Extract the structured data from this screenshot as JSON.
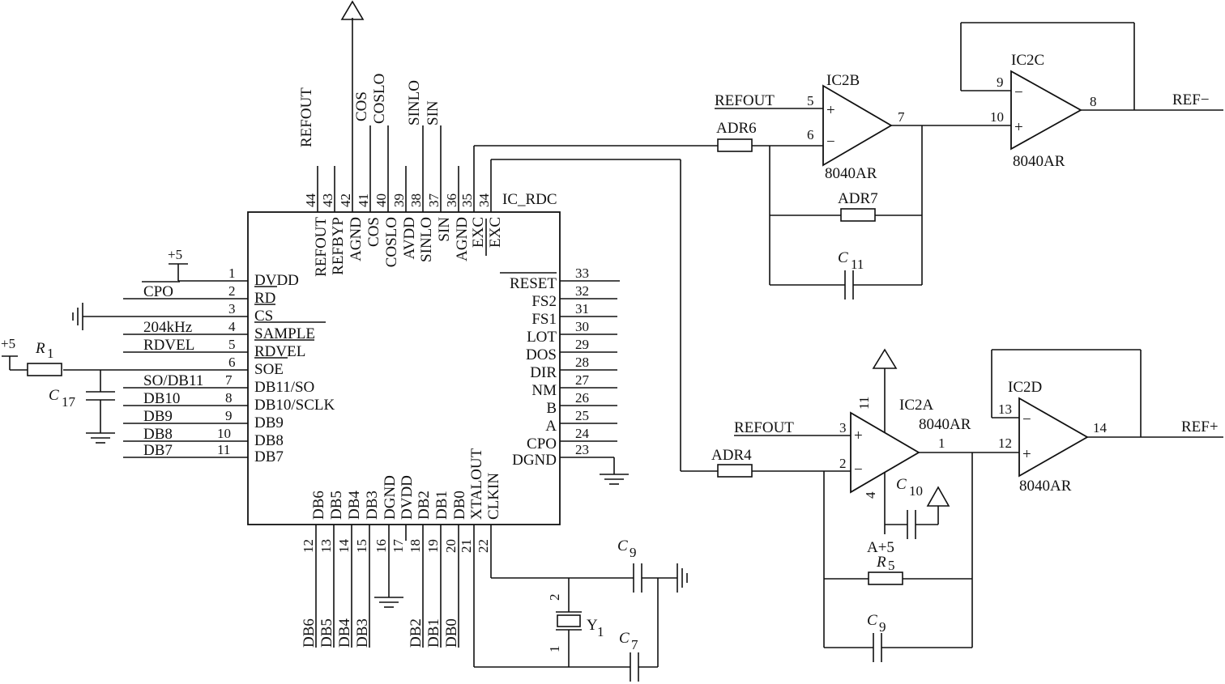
{
  "chip": {
    "name": "IC_RDC",
    "left_pins": [
      {
        "num": "1",
        "label": "DVDD"
      },
      {
        "num": "2",
        "label": "RD"
      },
      {
        "num": "3",
        "label": "CS"
      },
      {
        "num": "4",
        "label": "SAMPLE"
      },
      {
        "num": "5",
        "label": "RDVEL"
      },
      {
        "num": "6",
        "label": "SOE"
      },
      {
        "num": "7",
        "label": "DB11/SO"
      },
      {
        "num": "8",
        "label": "DB10/SCLK"
      },
      {
        "num": "9",
        "label": "DB9"
      },
      {
        "num": "10",
        "label": "DB8"
      },
      {
        "num": "11",
        "label": "DB7"
      }
    ],
    "right_pins": [
      {
        "num": "33",
        "label": "RESET"
      },
      {
        "num": "32",
        "label": "FS2"
      },
      {
        "num": "31",
        "label": "FS1"
      },
      {
        "num": "30",
        "label": "LOT"
      },
      {
        "num": "29",
        "label": "DOS"
      },
      {
        "num": "28",
        "label": "DIR"
      },
      {
        "num": "27",
        "label": "NM"
      },
      {
        "num": "26",
        "label": "B"
      },
      {
        "num": "25",
        "label": "A"
      },
      {
        "num": "24",
        "label": "CPO"
      },
      {
        "num": "23",
        "label": "DGND"
      }
    ],
    "top_pins": [
      {
        "num": "44",
        "label": "REFOUT"
      },
      {
        "num": "43",
        "label": "REFBYP"
      },
      {
        "num": "42",
        "label": "AGND"
      },
      {
        "num": "41",
        "label": "COS"
      },
      {
        "num": "40",
        "label": "COSLO"
      },
      {
        "num": "39",
        "label": "AVDD"
      },
      {
        "num": "38",
        "label": "SINLO"
      },
      {
        "num": "37",
        "label": "SIN"
      },
      {
        "num": "36",
        "label": "AGND"
      },
      {
        "num": "35",
        "label": "EXC"
      },
      {
        "num": "34",
        "label": "EXC"
      }
    ],
    "bottom_pins": [
      {
        "num": "12",
        "label": "DB6"
      },
      {
        "num": "13",
        "label": "DB5"
      },
      {
        "num": "14",
        "label": "DB4"
      },
      {
        "num": "15",
        "label": "DB3"
      },
      {
        "num": "16",
        "label": "DGND"
      },
      {
        "num": "17",
        "label": "DVDD"
      },
      {
        "num": "18",
        "label": "DB2"
      },
      {
        "num": "19",
        "label": "DB1"
      },
      {
        "num": "20",
        "label": "DB0"
      },
      {
        "num": "21",
        "label": "XTALOUT"
      },
      {
        "num": "22",
        "label": "CLKIN"
      }
    ]
  },
  "top_nets": {
    "refout": "REFOUT",
    "cos": "COS",
    "coslo": "COSLO",
    "sinlo": "SINLO",
    "sin": "SIN"
  },
  "left_nets": {
    "supply_top": "+5",
    "cpo": "CPO",
    "freq": "204kHz",
    "rdvel": "RDVEL",
    "db11": "SO/DB11",
    "db10": "DB10",
    "db9": "DB9",
    "db8": "DB8",
    "db7": "DB7",
    "supply_r1": "+5",
    "r1": "R",
    "r1_sub": "1",
    "c17": "C",
    "c17_sub": "17"
  },
  "bottom_nets": [
    "DB6",
    "DB5",
    "DB4",
    "DB3",
    "DB2",
    "DB1",
    "DB0"
  ],
  "crystal": {
    "name": "Y",
    "sub": "1",
    "pin_top": "2",
    "pin_bottom": "1",
    "c9": "C",
    "c9_sub": "9",
    "c7": "C",
    "c7_sub": "7"
  },
  "ic2b": {
    "name": "IC2B",
    "part": "8040AR",
    "in_plus_net": "REFOUT",
    "pin_plus": "5",
    "pin_minus": "6",
    "pin_out": "7",
    "plus": "+",
    "minus": "−",
    "r_in": "ADR6",
    "r_fb": "ADR7",
    "c_fb": "C",
    "c_fb_sub": "11"
  },
  "ic2c": {
    "name": "IC2C",
    "part": "8040AR",
    "pin_minus": "9",
    "pin_plus": "10",
    "pin_out": "8",
    "plus": "+",
    "minus": "−",
    "out_net": "REF−"
  },
  "ic2a": {
    "name": "IC2A",
    "part": "8040AR",
    "in_plus_net": "REFOUT",
    "pin_plus": "3",
    "pin_minus": "2",
    "pin_out": "1",
    "pin_supply": "11",
    "pin_gnd": "4",
    "plus": "+",
    "minus": "−",
    "r_in": "ADR4",
    "c10": "C",
    "c10_sub": "10",
    "supply_net": "A+5",
    "r5": "R",
    "r5_sub": "5",
    "c9": "C",
    "c9_sub": "9"
  },
  "ic2d": {
    "name": "IC2D",
    "part": "8040AR",
    "pin_minus": "13",
    "pin_plus": "12",
    "pin_out": "14",
    "plus": "+",
    "minus": "−",
    "out_net": "REF+"
  }
}
